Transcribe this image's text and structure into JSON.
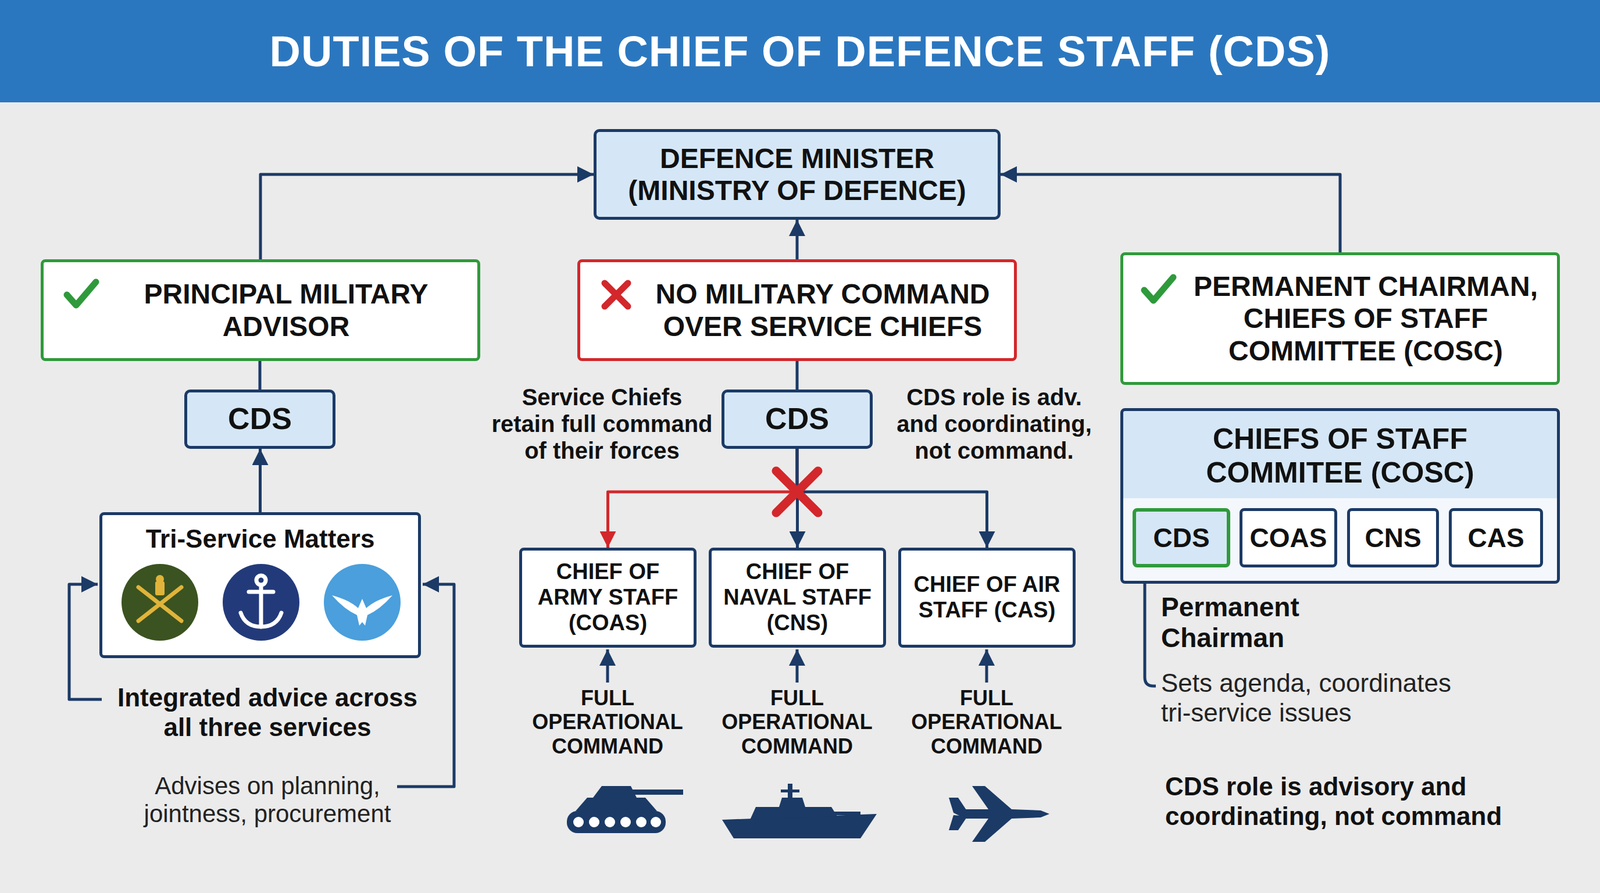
{
  "diagram": {
    "title": "DUTIES OF THE CHIEF OF DEFENCE STAFF (CDS)",
    "nodes": [
      {
        "text": [
          "DEFENCE MINISTER (MINISTRY OF DEFENCE)"
        ]
      },
      {
        "text": [
          "PRINCIPAL MILITARY ADVISOR"
        ]
      },
      {
        "text": [
          "NO MILITARY COMMAND OVER SERVICE CHIEFS"
        ]
      },
      {
        "text": [
          "PERMANENT CHAIRMAN, CHIEFS OF STAFF COMMITTEE (COSC)"
        ]
      },
      {
        "text": [
          "CDS"
        ]
      },
      {
        "text": [
          "CDS"
        ]
      },
      {
        "text": [
          "CHIEFS OF STAFF COMMITEE (COSC)"
        ]
      },
      {
        "text": [
          "CDS"
        ],
        "in": 6
      },
      {
        "text": [
          "COAS"
        ],
        "in": 6
      },
      {
        "text": [
          "CNS"
        ],
        "in": 6
      },
      {
        "text": [
          "CAS"
        ],
        "in": 6
      },
      {
        "text": [
          "Tri-Service Matters"
        ]
      },
      {
        "text": [
          "CHIEF OF ARMY STAFF (COAS)"
        ]
      },
      {
        "text": [
          "CHIEF OF NAVAL STAFF (CNS)"
        ]
      },
      {
        "text": [
          "CHIEF OF AIR STAFF (CAS)"
        ]
      }
    ],
    "edges": [
      {
        "from": 1,
        "to": 0,
        "arrow": "to"
      },
      {
        "from": 2,
        "to": 0,
        "arrow": "to"
      },
      {
        "from": 3,
        "to": 0,
        "arrow": "to"
      },
      {
        "from": 4,
        "to": 1,
        "arrow": "none"
      },
      {
        "from": 11,
        "to": 4,
        "arrow": "to"
      },
      {
        "from": 5,
        "to": 2,
        "arrow": "none"
      },
      {
        "from": 5,
        "to": 12,
        "arrow": "to"
      },
      {
        "from": 5,
        "to": 13,
        "arrow": "to"
      },
      {
        "from": 5,
        "to": 14,
        "arrow": "to"
      }
    ],
    "labels": [
      "Service Chiefs retain full command of their forces",
      "CDS role is adv. and coordinating, not command.",
      "Integrated advice across all three services",
      "Advises on planning, jointness, procurement",
      "FULL OPERATIONAL COMMAND",
      "FULL OPERATIONAL COMMAND",
      "FULL OPERATIONAL COMMAND",
      "Permanent Chairman",
      "Sets agenda, coordinates tri-service issues",
      "CDS role is advisory and coordinating, not command"
    ]
  }
}
